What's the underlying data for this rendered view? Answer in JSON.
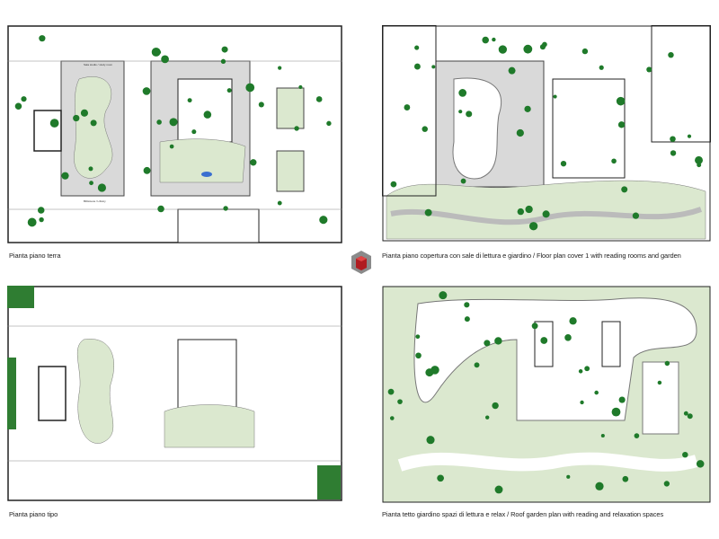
{
  "plans": [
    {
      "caption": "Pianta piano terra",
      "labels": [
        "Sala studio / study room",
        "Biblioteca / Library"
      ]
    },
    {
      "caption": "Pianta piano copertura con sale di lettura e giardino  /  Floor plan cover 1 with reading rooms and garden"
    },
    {
      "caption": "Pianta piano tipo"
    },
    {
      "caption": "Pianta tetto giardino spazi di lettura e relax  /  Roof garden plan with reading and relaxation spaces"
    }
  ],
  "colors": {
    "wall": "#222222",
    "garden": "#dbe8cf",
    "tree": "#1f7a2a",
    "paving": "#d9d9d9",
    "logo_red": "#b01c20",
    "logo_grey": "#8a8a8a"
  },
  "icons": [
    "logo-cube-icon"
  ]
}
